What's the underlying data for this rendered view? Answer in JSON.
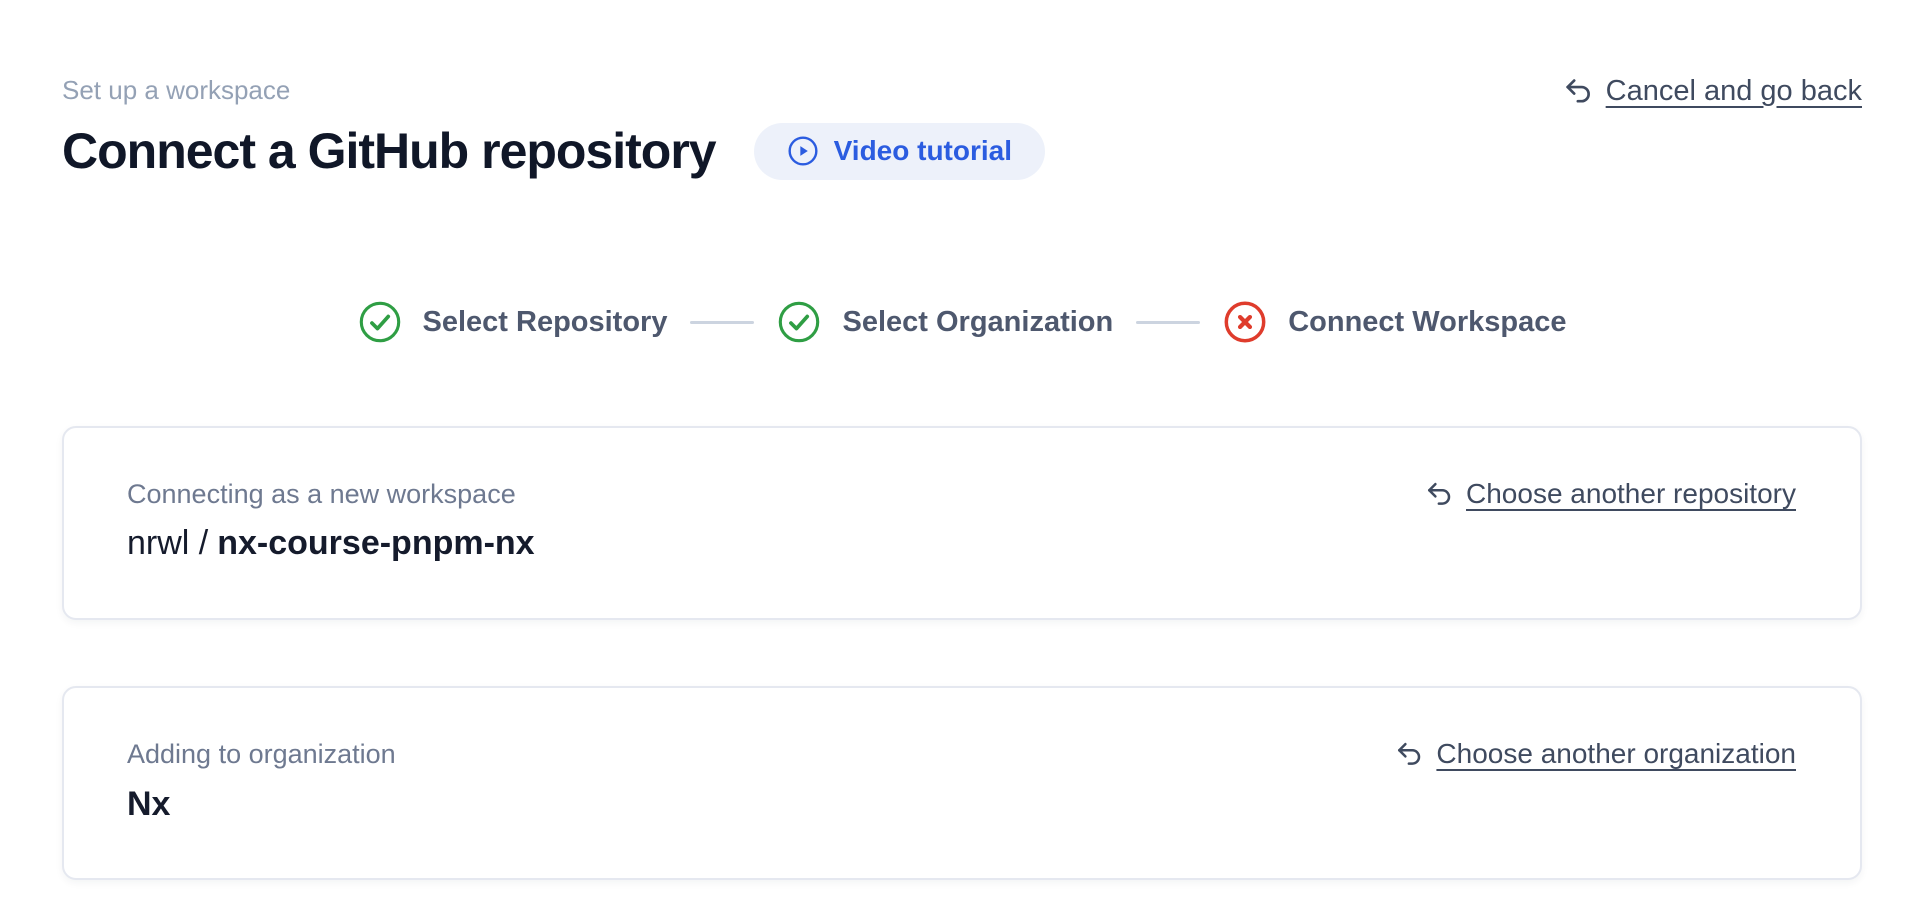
{
  "header": {
    "eyebrow": "Set up a workspace",
    "title": "Connect a GitHub repository",
    "video_button_label": "Video tutorial",
    "cancel_link_label": "Cancel and go back"
  },
  "stepper": {
    "steps": [
      {
        "label": "Select Repository",
        "status": "complete",
        "icon": "check-circle-icon"
      },
      {
        "label": "Select Organization",
        "status": "complete",
        "icon": "check-circle-icon"
      },
      {
        "label": "Connect Workspace",
        "status": "failed",
        "icon": "x-circle-icon"
      }
    ]
  },
  "repo_card": {
    "label": "Connecting as a new workspace",
    "owner": "nrwl /",
    "repo": "nx-course-pnpm-nx",
    "action_label": "Choose another repository"
  },
  "org_card": {
    "label": "Adding to organization",
    "org": "Nx",
    "action_label": "Choose another organization"
  },
  "colors": {
    "accent_blue": "#2b5ce0",
    "pill_background": "#edf1fa",
    "success_green": "#2f9e44",
    "error_red": "#df3c2c",
    "link_slate": "#3f4a5f",
    "muted_gray": "#94a1b5",
    "title_navy": "#101728"
  }
}
